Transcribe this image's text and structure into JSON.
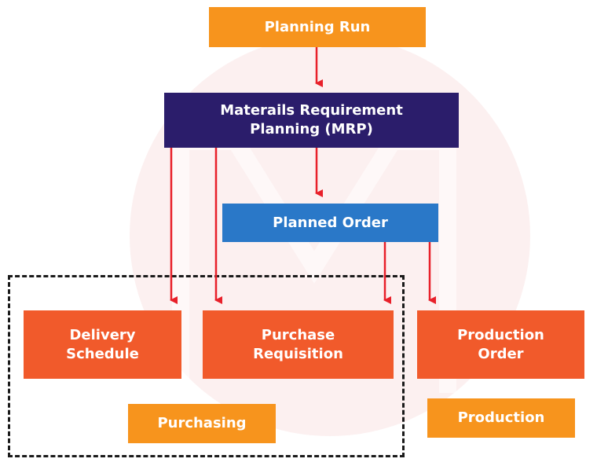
{
  "diagram": {
    "nodes": {
      "planning_run": "Planning Run",
      "mrp": "Materails Requirement\nPlanning (MRP)",
      "planned_order": "Planned Order",
      "delivery_schedule": "Delivery\nSchedule",
      "purchase_requisition": "Purchase\nRequisition",
      "production_order": "Production\nOrder",
      "purchasing": "Purchasing",
      "production": "Production"
    },
    "colors": {
      "orange": "#f7941d",
      "red_orange": "#f15a2b",
      "navy": "#2b1d6b",
      "blue": "#2a78c8",
      "arrow": "#e8202a"
    }
  }
}
